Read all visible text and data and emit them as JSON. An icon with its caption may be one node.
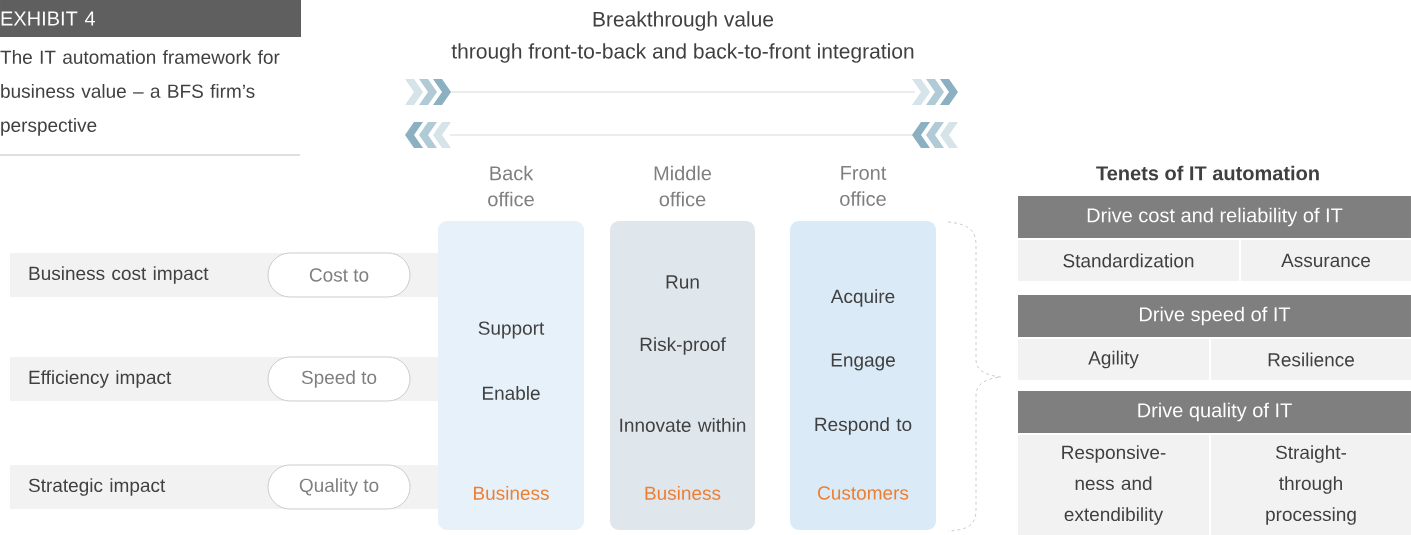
{
  "diagram": {
    "title": "The IT automation framework for business value – a BFS firm’s perspective",
    "nodes": [
      {
        "text": [
          "EXHIBIT 4"
        ]
      },
      {
        "text": [
          "Business cost impact"
        ]
      },
      {
        "text": [
          "Cost to"
        ],
        "in": 1
      },
      {
        "text": [
          "Efficiency impact"
        ]
      },
      {
        "text": [
          "Speed to"
        ],
        "in": 3
      },
      {
        "text": [
          "Strategic impact"
        ]
      },
      {
        "text": [
          "Quality to"
        ],
        "in": 5
      },
      {
        "text": [
          "Back office",
          "Support",
          "Enable",
          "Business"
        ]
      },
      {
        "text": [
          "Middle office",
          "Run",
          "Risk-proof",
          "Innovate within",
          "Business"
        ]
      },
      {
        "text": [
          "Front office",
          "Acquire",
          "Engage",
          "Respond to",
          "Customers"
        ]
      },
      {
        "text": [
          "Drive cost and reliability of IT"
        ]
      },
      {
        "text": [
          "Standardization"
        ]
      },
      {
        "text": [
          "Assurance"
        ]
      },
      {
        "text": [
          "Drive speed of IT"
        ]
      },
      {
        "text": [
          "Agility"
        ]
      },
      {
        "text": [
          "Resilience"
        ]
      },
      {
        "text": [
          "Drive quality of IT"
        ]
      },
      {
        "text": [
          "Responsive-ness and extendibility"
        ]
      },
      {
        "text": [
          "Straight-through processing"
        ]
      }
    ],
    "labels": [
      "Breakthrough value",
      "through front-to-back and back-to-front integration",
      "Tenets of IT automation"
    ]
  }
}
